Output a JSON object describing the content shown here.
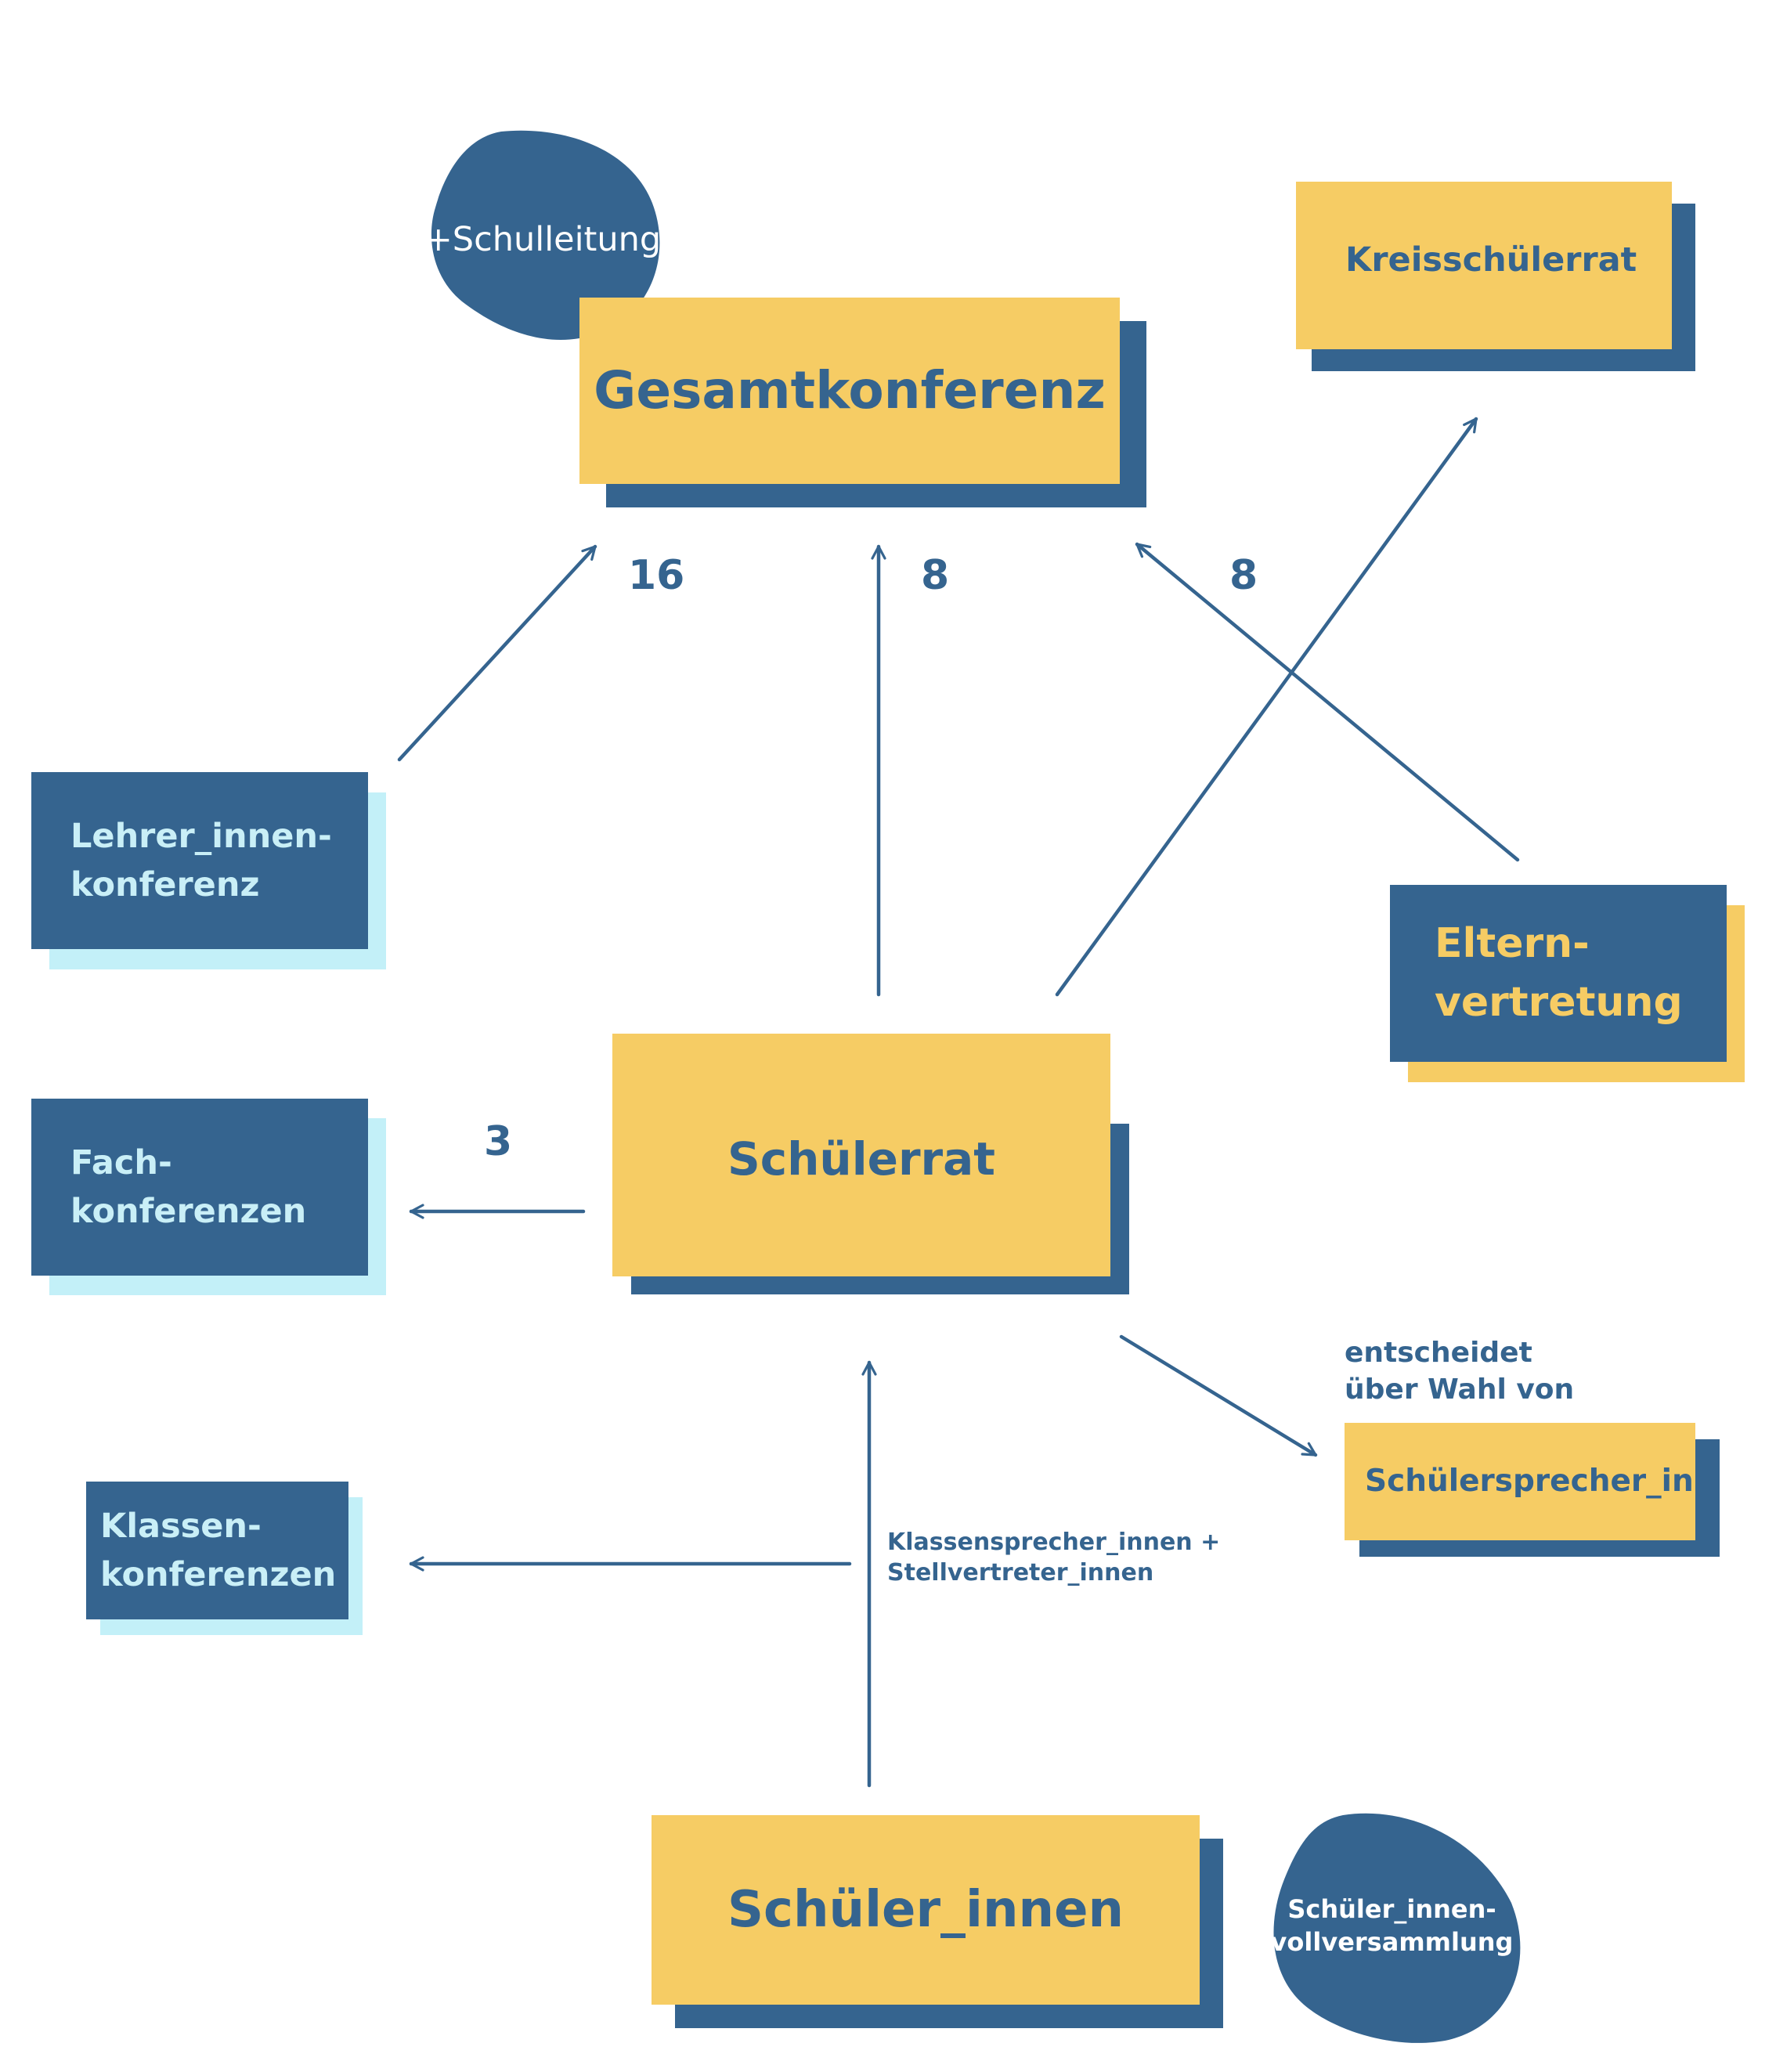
{
  "colors": {
    "yellow": "#f6cc64",
    "blue": "#35648f",
    "light_cyan": "#c3f0f8"
  },
  "nodes": {
    "gesamtkonferenz": "Gesamtkonferenz",
    "schulleitung": "+Schulleitung",
    "kreisschuelerrat": "Kreisschülerrat",
    "lehrerkonferenz_line1": "Lehrer_innen-",
    "lehrerkonferenz_line2": "konferenz",
    "elternvertretung_line1": "Eltern-",
    "elternvertretung_line2": "vertretung",
    "schuelerrat": "Schülerrat",
    "fachkonferenzen_line1": "Fach-",
    "fachkonferenzen_line2": "konferenzen",
    "klassenkonferenzen_line1": "Klassen-",
    "klassenkonferenzen_line2": "konferenzen",
    "schuelersprecher": "Schülersprecher_in",
    "schueler_innen": "Schüler_innen",
    "vollversammlung_line1": "Schüler_innen-",
    "vollversammlung_line2": "vollversammlung"
  },
  "edge_labels": {
    "lehrer_count": "16",
    "schuelerrat_count": "8",
    "eltern_count": "8",
    "fach_count": "3",
    "entscheidet_line1": "entscheidet",
    "entscheidet_line2": "über Wahl von",
    "klassensprecher_line1": "Klassensprecher_innen +",
    "klassensprecher_line2": "Stellvertreter_innen"
  }
}
